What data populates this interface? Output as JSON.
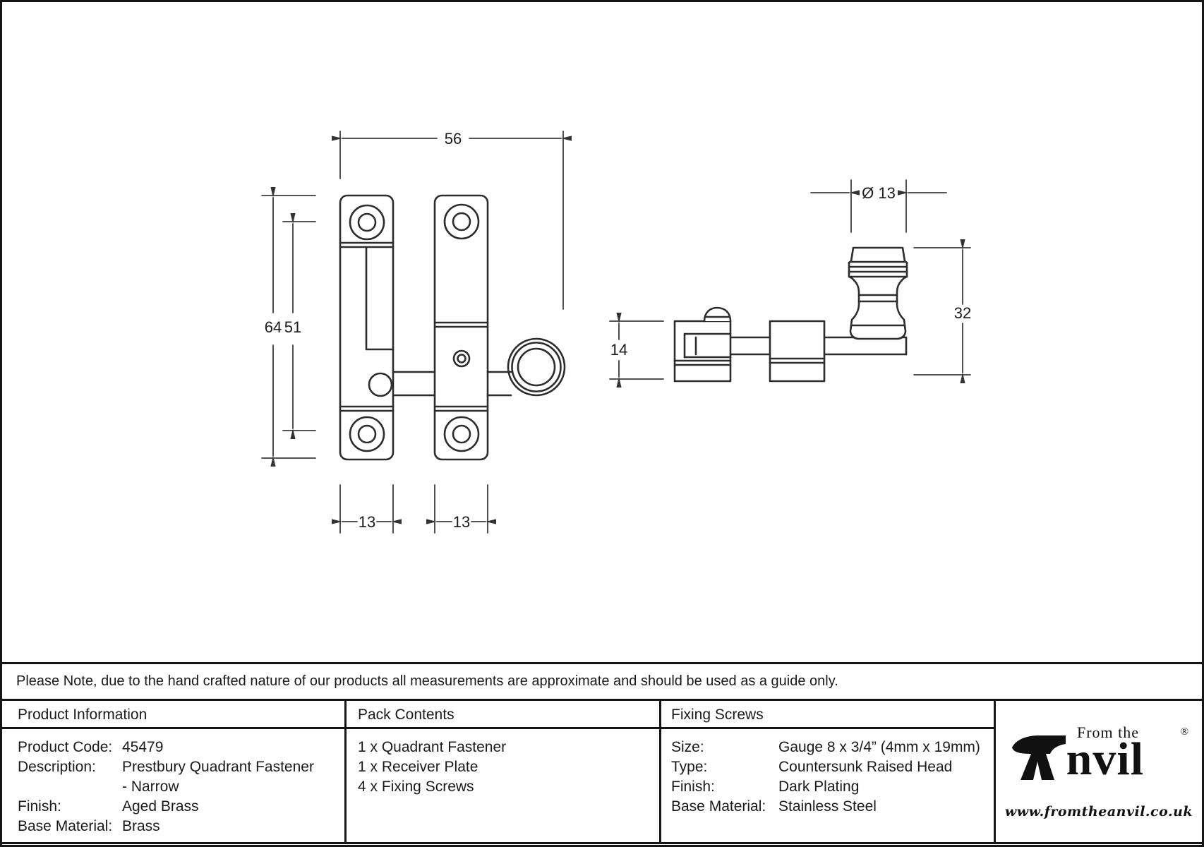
{
  "drawing": {
    "front_view": {
      "width_label": "56",
      "height_outer_label": "64",
      "height_inner_label": "51",
      "left_plate_width_label": "13",
      "right_plate_width_label": "13"
    },
    "side_view": {
      "knob_diameter_label": "Ø 13",
      "height_label": "32",
      "depth_label": "14"
    }
  },
  "note": "Please Note, due to the hand crafted nature of our products all measurements are approximate and should be used as a guide only.",
  "table": {
    "product_information": {
      "header": "Product Information",
      "rows": [
        {
          "label": "Product Code:",
          "value": "45479"
        },
        {
          "label": "Description:",
          "value": "Prestbury Quadrant Fastener"
        },
        {
          "label": "",
          "value": "- Narrow"
        },
        {
          "label": "Finish:",
          "value": "Aged Brass"
        },
        {
          "label": "Base Material:",
          "value": "Brass"
        }
      ]
    },
    "pack_contents": {
      "header": "Pack Contents",
      "items": [
        "1 x Quadrant Fastener",
        "1 x Receiver Plate",
        "4 x Fixing Screws"
      ]
    },
    "fixing_screws": {
      "header": "Fixing Screws",
      "rows": [
        {
          "label": "Size:",
          "value": "Gauge 8 x 3/4” (4mm x 19mm)"
        },
        {
          "label": "Type:",
          "value": "Countersunk Raised Head"
        },
        {
          "label": "Finish:",
          "value": "Dark Plating"
        },
        {
          "label": "Base Material:",
          "value": "Stainless Steel"
        }
      ]
    }
  },
  "logo": {
    "tagline": "From the",
    "name": "Anvil",
    "registered": "®",
    "url": "www.fromtheanvil.co.uk"
  }
}
